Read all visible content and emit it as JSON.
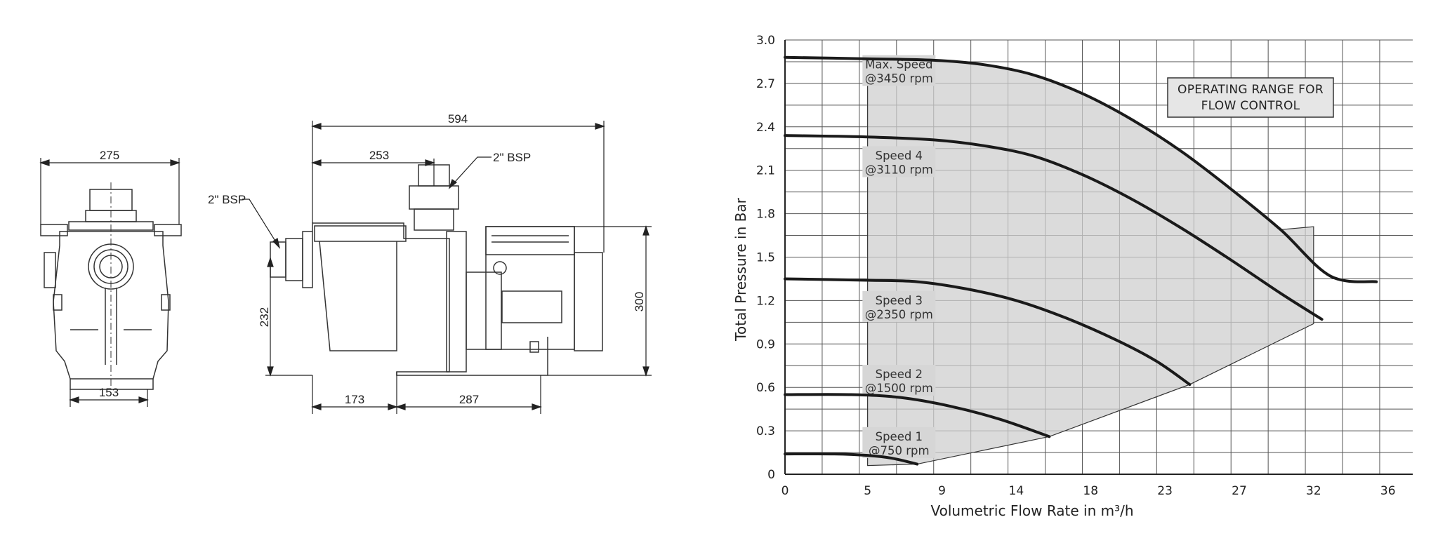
{
  "drawings": {
    "front_view": {
      "width_top": "275",
      "width_base": "153"
    },
    "side_view": {
      "overall_length": "594",
      "inlet_offset": "253",
      "outlet_callout": "2\" BSP",
      "inlet_callout": "2\" BSP",
      "inlet_height": "232",
      "overall_height": "300",
      "base_front": "173",
      "base_rear": "287"
    }
  },
  "chart_data": {
    "type": "line",
    "xlabel": "Volumetric Flow Rate in m³/h",
    "ylabel": "Total Pressure in Bar",
    "xlim": [
      0,
      38
    ],
    "ylim": [
      0,
      3.0
    ],
    "x_ticks": [
      {
        "v": 0,
        "label": "0"
      },
      {
        "v": 5,
        "label": "5"
      },
      {
        "v": 9.5,
        "label": "9"
      },
      {
        "v": 14,
        "label": "14"
      },
      {
        "v": 18.5,
        "label": "18"
      },
      {
        "v": 23,
        "label": "23"
      },
      {
        "v": 27.5,
        "label": "27"
      },
      {
        "v": 32,
        "label": "32"
      },
      {
        "v": 36.5,
        "label": "36"
      }
    ],
    "y_ticks": [
      {
        "v": 0,
        "label": "0"
      },
      {
        "v": 0.3,
        "label": "0.3"
      },
      {
        "v": 0.6,
        "label": "0.6"
      },
      {
        "v": 0.9,
        "label": "0.9"
      },
      {
        "v": 1.2,
        "label": "1.2"
      },
      {
        "v": 1.5,
        "label": "1.5"
      },
      {
        "v": 1.8,
        "label": "1.8"
      },
      {
        "v": 2.1,
        "label": "2.1"
      },
      {
        "v": 2.4,
        "label": "2.4"
      },
      {
        "v": 2.7,
        "label": "2.7"
      },
      {
        "v": 3.0,
        "label": "3.0"
      }
    ],
    "grid": true,
    "annotation_box": [
      "OPERATING RANGE FOR",
      "FLOW CONTROL"
    ],
    "series": [
      {
        "name": "Max. Speed @3450 rpm",
        "label_lines": [
          "Max. Speed",
          "@3450 rpm"
        ],
        "label_at": [
          6.9,
          2.76
        ],
        "points": [
          [
            0,
            2.88
          ],
          [
            5,
            2.87
          ],
          [
            9,
            2.86
          ],
          [
            12,
            2.83
          ],
          [
            15,
            2.76
          ],
          [
            18,
            2.63
          ],
          [
            21,
            2.45
          ],
          [
            24,
            2.23
          ],
          [
            27,
            1.97
          ],
          [
            30,
            1.69
          ],
          [
            33,
            1.37
          ],
          [
            35.8,
            1.33
          ]
        ]
      },
      {
        "name": "Speed 4 @3110 rpm",
        "label_lines": [
          "Speed 4",
          "@3110 rpm"
        ],
        "label_at": [
          6.9,
          2.13
        ],
        "points": [
          [
            0,
            2.34
          ],
          [
            5,
            2.33
          ],
          [
            9,
            2.31
          ],
          [
            12,
            2.27
          ],
          [
            15,
            2.2
          ],
          [
            18,
            2.07
          ],
          [
            21,
            1.9
          ],
          [
            24,
            1.7
          ],
          [
            27,
            1.48
          ],
          [
            30,
            1.25
          ],
          [
            32.5,
            1.07
          ]
        ]
      },
      {
        "name": "Speed 3 @2350 rpm",
        "label_lines": [
          "Speed 3",
          "@2350 rpm"
        ],
        "label_at": [
          6.9,
          1.13
        ],
        "points": [
          [
            0,
            1.35
          ],
          [
            5,
            1.34
          ],
          [
            8,
            1.33
          ],
          [
            11,
            1.28
          ],
          [
            14,
            1.2
          ],
          [
            17,
            1.08
          ],
          [
            20,
            0.93
          ],
          [
            22.5,
            0.78
          ],
          [
            24.5,
            0.62
          ]
        ]
      },
      {
        "name": "Speed 2 @1500 rpm",
        "label_lines": [
          "Speed 2",
          "@1500 rpm"
        ],
        "label_at": [
          6.9,
          0.62
        ],
        "points": [
          [
            0,
            0.55
          ],
          [
            4,
            0.55
          ],
          [
            7,
            0.53
          ],
          [
            10,
            0.47
          ],
          [
            13,
            0.38
          ],
          [
            16,
            0.26
          ]
        ]
      },
      {
        "name": "Speed 1 @750 rpm",
        "label_lines": [
          "Speed 1",
          "@750 rpm"
        ],
        "label_at": [
          6.9,
          0.19
        ],
        "points": [
          [
            0,
            0.14
          ],
          [
            3,
            0.14
          ],
          [
            5,
            0.13
          ],
          [
            6.5,
            0.11
          ],
          [
            8,
            0.07
          ]
        ]
      }
    ],
    "operating_range": [
      [
        5,
        2.87
      ],
      [
        9,
        2.86
      ],
      [
        12,
        2.83
      ],
      [
        15,
        2.76
      ],
      [
        18,
        2.63
      ],
      [
        21,
        2.45
      ],
      [
        24,
        2.23
      ],
      [
        27,
        1.97
      ],
      [
        30,
        1.69
      ],
      [
        32,
        1.71
      ],
      [
        32,
        1.04
      ],
      [
        24.5,
        0.62
      ],
      [
        16,
        0.26
      ],
      [
        8,
        0.07
      ],
      [
        5,
        0.06
      ]
    ]
  }
}
